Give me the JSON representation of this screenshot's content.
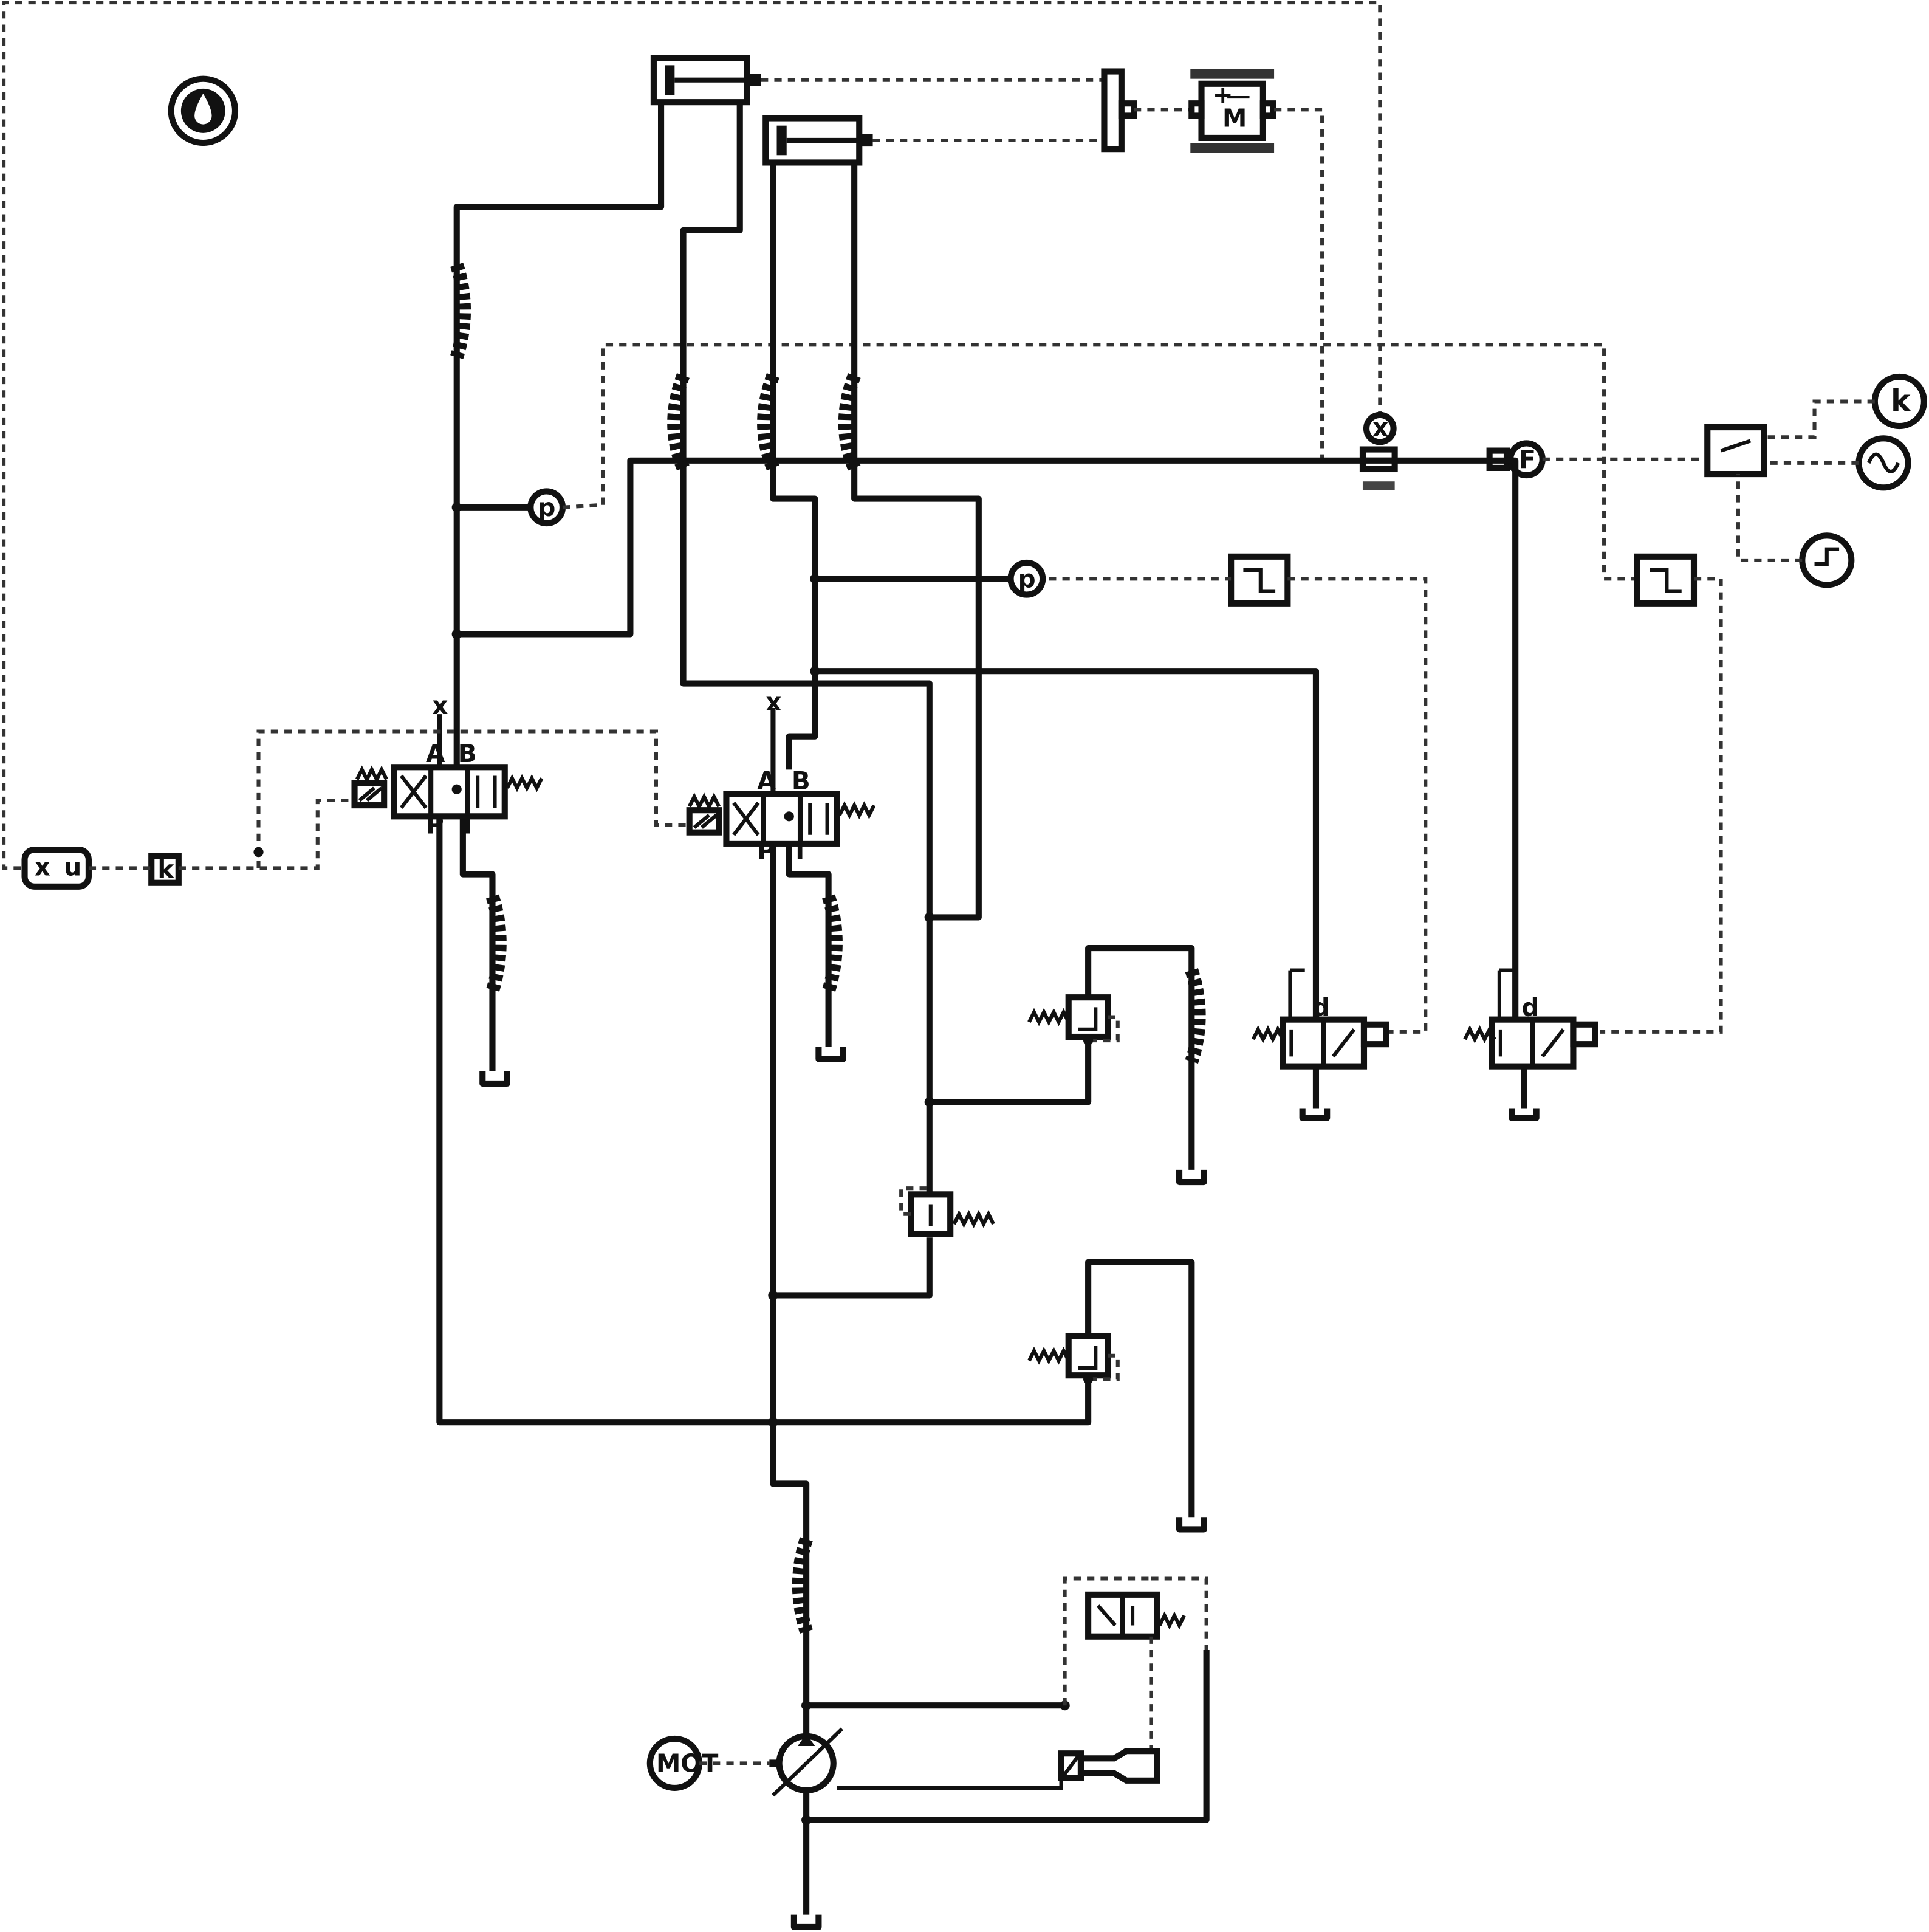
{
  "labels": {
    "valve1_A": "A",
    "valve1_B": "B",
    "valve1_P": "P",
    "valve1_T": "T",
    "valve2_A": "A",
    "valve2_B": "B",
    "valve2_P": "P",
    "valve2_T": "T",
    "sensor_x": "x",
    "sensor_u": "u",
    "gain_k": "k",
    "gain_source_k": "k",
    "pressure_1": "p",
    "pressure_2": "p",
    "force_sensor": "F",
    "mass": "M",
    "motor": "MOT",
    "position_sensor": "x",
    "dir_valve1_d": "d",
    "dir_valve2_d": "d"
  }
}
